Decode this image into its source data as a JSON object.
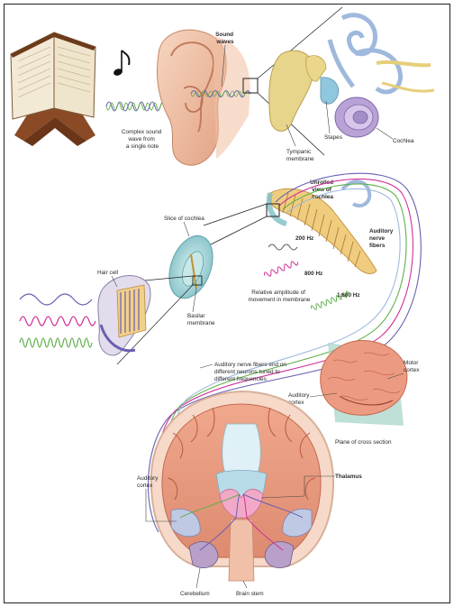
{
  "labels": {
    "sound_waves": [
      "Sound",
      "waves"
    ],
    "complex_wave": [
      "Complex sound",
      "wave from",
      "a single note"
    ],
    "tympanic": [
      "Tympanic",
      "membrane"
    ],
    "stapes": "Stapes",
    "cochlea": "Cochlea",
    "slice_of_cochlea": "Slice of cochlea",
    "unrolled": [
      "Unrolled",
      "view of",
      "cochlea"
    ],
    "auditory_nerve_fibers": [
      "Auditory",
      "nerve",
      "fibers"
    ],
    "hz_200": "200 Hz",
    "hz_800": "800 Hz",
    "hz_1600": "1,600 Hz",
    "relative_amplitude": [
      "Relative amplitude of",
      "movement in membrane"
    ],
    "hair_cell": "Hair cell",
    "basilar": [
      "Basilar",
      "membrane"
    ],
    "nerve_fibers_end": [
      "Auditory nerve fibers end on",
      "different neurons tuned to",
      "different frequencies"
    ],
    "motor_cortex": [
      "Motor",
      "cortex"
    ],
    "auditory_cortex_small": [
      "Auditory",
      "cortex"
    ],
    "plane": "Plane of cross section",
    "auditory_cortex_left": [
      "Auditory",
      "cortex"
    ],
    "thalamus": "Thalamus",
    "cerebellum": "Cerebellum",
    "brain_stem": "Brain stem"
  },
  "icons": [
    "book-on-stand-icon",
    "music-note-icon"
  ],
  "colors": {
    "wave_green": "#5fb04a",
    "wave_pink": "#d0309a",
    "wave_blue": "#6a5fb0",
    "skin": "#f2c4a8",
    "bone": "#e9cf86",
    "brain": "#e8957a",
    "cochlea_blue": "#9fd3d8"
  }
}
